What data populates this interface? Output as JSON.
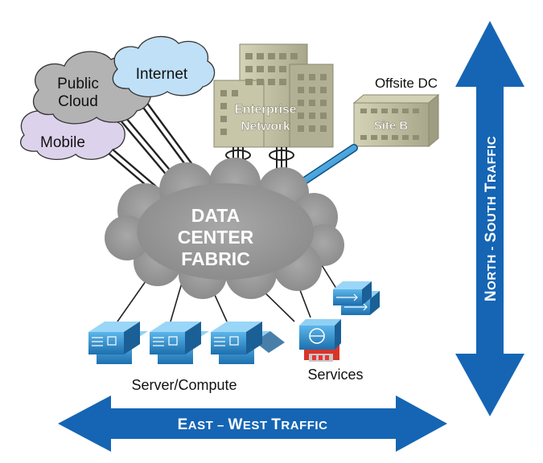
{
  "clouds": {
    "public_cloud": "Public\nCloud",
    "internet": "Internet",
    "mobile": "Mobile"
  },
  "enterprise": {
    "label": "Enterprise\nNetwork"
  },
  "offsite": {
    "title": "Offsite DC",
    "label": "Site B"
  },
  "fabric": {
    "label": "DATA\nCENTER\nFABRIC"
  },
  "server": {
    "label": "Server/Compute"
  },
  "services": {
    "label": "Services"
  },
  "traffic": {
    "north_south": "North - South Traffic",
    "east_west": "East – West Traffic"
  },
  "colors": {
    "arrow": "#1565b4",
    "fabric_cloud": "#9a9a9a",
    "public_cloud": "#b3b3b3",
    "internet_cloud": "#bfe0f7",
    "mobile_cloud": "#ddd2ec",
    "building": "#bdbca0",
    "device": "#2e8fd0"
  }
}
